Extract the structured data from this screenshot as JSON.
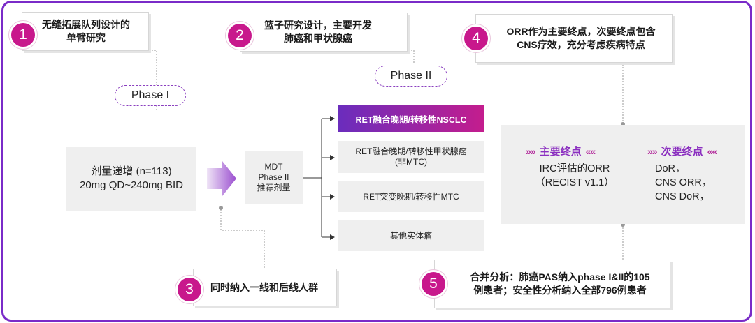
{
  "notes": {
    "n1": {
      "num": "1",
      "line1": "无缝拓展队列设计的",
      "line2": "单臂研究"
    },
    "n2": {
      "num": "2",
      "line1": "篮子研究设计，主要开发",
      "line2": "肺癌和甲状腺癌"
    },
    "n3": {
      "num": "3",
      "line1": "同时纳入一线和后线人群"
    },
    "n4": {
      "num": "4",
      "line1": "ORR作为主要终点，次要终点包含",
      "line2": "CNS疗效，充分考虑疾病特点"
    },
    "n5": {
      "num": "5",
      "line1": "合并分析：肺癌PAS纳入phase I&II的105",
      "line2": "例患者；安全性分析纳入全部796例患者"
    }
  },
  "phases": {
    "phase1": "Phase I",
    "phase2": "Phase II"
  },
  "dose": {
    "line1": "剂量递增 (n=113)",
    "line2": "20mg QD~240mg BID"
  },
  "mdt": {
    "line1": "MDT",
    "line2": "Phase II",
    "line3": "推荐剂量"
  },
  "cohorts": {
    "c1": "RET融合晚期/转移性NSCLC",
    "c2_line1": "RET融合晚期/转移性甲状腺癌",
    "c2_line2": "(非MTC)",
    "c3": "RET突变晚期/转移性MTC",
    "c4": "其他实体瘤"
  },
  "endpoints": {
    "primary_title": "主要终点",
    "primary_line1": "IRC评估的ORR",
    "primary_line2": "（RECIST v1.1）",
    "secondary_title": "次要终点",
    "secondary_line1": "DoR，",
    "secondary_line2": "CNS ORR，",
    "secondary_line3": "CNS DoR，",
    "chevron_left": "»»",
    "chevron_right": "««"
  },
  "colors": {
    "frame": "#7a2bc8",
    "badge": "#c8188c",
    "gradient_start": "#6a2dbd",
    "gradient_end": "#c41d8d"
  }
}
